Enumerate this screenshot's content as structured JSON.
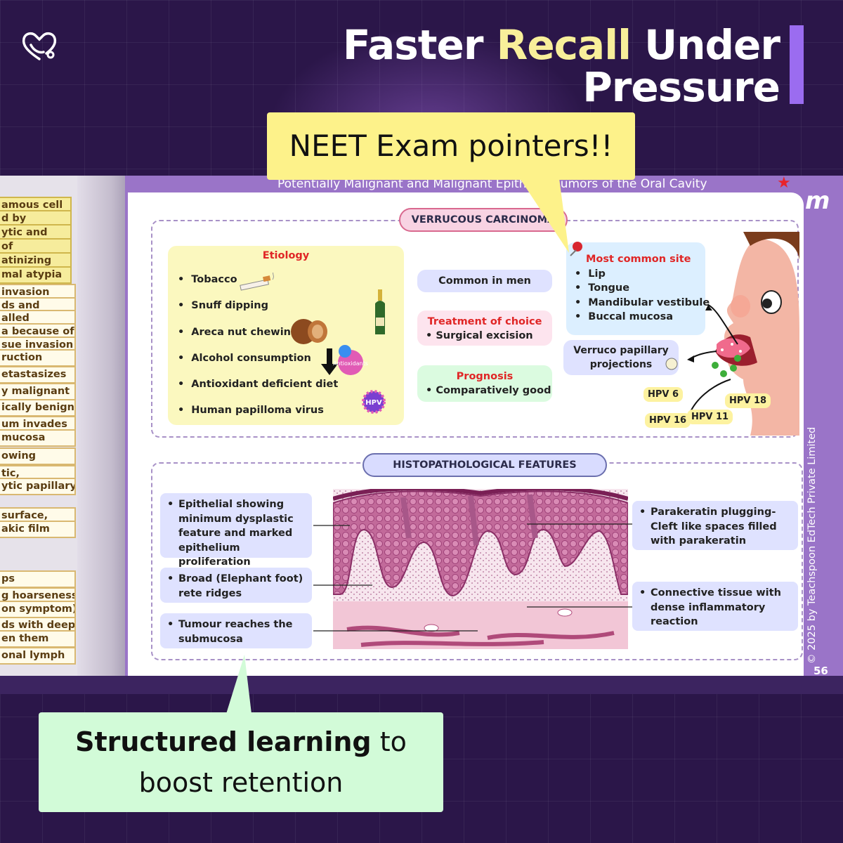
{
  "headline": {
    "line1_pre": "Faster ",
    "line1_highlight": "Recall",
    "line1_post": " Under",
    "line2": "Pressure"
  },
  "callouts": {
    "top": "NEET Exam pointers!!",
    "bottom_bold": "Structured learning",
    "bottom_rest1": " to",
    "bottom_rest2": "boost retention"
  },
  "page": {
    "header": "Potentially Malignant and Malignant Epithelial Tumors of the Oral Cavity",
    "copyright": "© 2025 by Teachspoon EdTech Private Limited",
    "page_number": "56"
  },
  "left_page_fragments": [
    "amous cell",
    "d by",
    "ytic and",
    "of",
    "atinizing",
    "mal atypia",
    "invasion",
    "ds and",
    "alled",
    "a because of",
    "sue invasion",
    "ruction",
    "etastasizes",
    "y malignant",
    "ically benign",
    "um invades",
    "mucosa",
    "owing",
    "tic,",
    "ytic papillary",
    "surface,",
    "akic film",
    "ps",
    "g hoarseness",
    "on symptom)",
    "ds with deep",
    "en them",
    "onal lymph"
  ],
  "verrucous": {
    "title": "VERRUCOUS CARCINOMA",
    "etiology_title": "Etiology",
    "etiology": [
      "Tobacco",
      "Snuff dipping",
      "Areca nut chewing",
      "Alcohol consumption",
      "Antioxidant deficient diet",
      "Human papilloma virus"
    ],
    "common": "Common in men",
    "treatment_title": "Treatment of choice",
    "treatment": "Surgical excision",
    "prognosis_title": "Prognosis",
    "prognosis": "Comparatively good",
    "site_title": "Most common site",
    "sites": [
      "Lip",
      "Tongue",
      "Mandibular vestibule",
      "Buccal mucosa"
    ],
    "projection": "Verruco papillary projections",
    "hpv": [
      "HPV 6",
      "HPV 16",
      "HPV 11",
      "HPV 18"
    ],
    "antioxidants_label": "Antioxidants",
    "hpv_virus_label": "HPV"
  },
  "histo": {
    "title": "HISTOPATHOLOGICAL FEATURES",
    "left": [
      "Epithelial showing minimum dysplastic feature and marked epithelium proliferation",
      "Broad (Elephant foot) rete ridges",
      "Tumour reaches the submucosa"
    ],
    "right": [
      "Parakeratin plugging-Cleft like spaces filled with parakeratin",
      "Connective tissue with dense inflammatory reaction"
    ]
  }
}
